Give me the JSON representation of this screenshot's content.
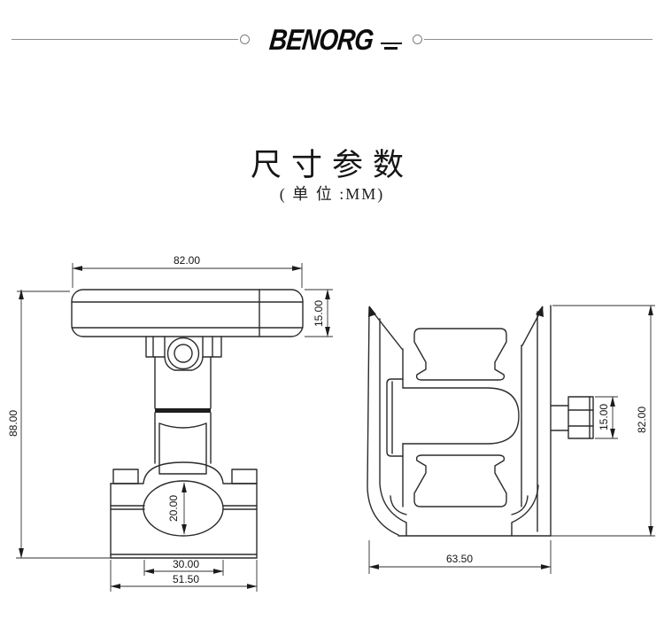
{
  "header": {
    "logo_text": "BENORG"
  },
  "title": {
    "heading": "尺寸参数",
    "subtitle": "( 单 位 :MM)"
  },
  "front_view": {
    "top_width": "82.00",
    "plate_thickness": "15.00",
    "total_height": "88.00",
    "tube_diameter": "20.00",
    "clamp_inner_width": "30.00",
    "clamp_outer_width": "51.50"
  },
  "side_view": {
    "knob_height": "15.00",
    "body_height": "82.00",
    "body_width": "63.50"
  },
  "colors": {
    "line": "#2b2b2b",
    "text": "#141414",
    "rule": "#8f8f8f"
  }
}
